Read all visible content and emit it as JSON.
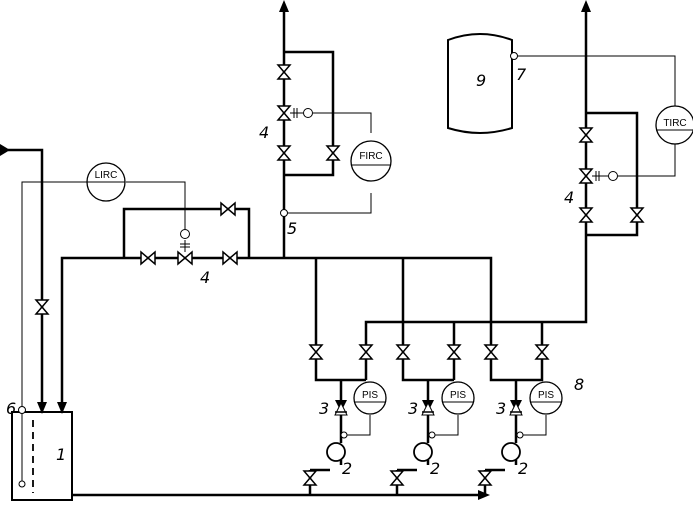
{
  "diagram": {
    "instruments": {
      "lirc": "LIRC",
      "firc": "FIRC",
      "tirc": "TIRC",
      "pis_1": "PIS",
      "pis_2": "PIS",
      "pis_3": "PIS"
    },
    "labels": {
      "tank": "1",
      "pump_1": "2",
      "pump_2": "2",
      "pump_3": "2",
      "check_1": "3",
      "check_2": "3",
      "check_3": "3",
      "control_valve_bypass": "4",
      "control_valve_flow": "4",
      "control_valve_temp": "4",
      "flow_tap": "5",
      "level_tap": "6",
      "temp_tap": "7",
      "pressure_group": "8",
      "vessel": "9"
    }
  }
}
